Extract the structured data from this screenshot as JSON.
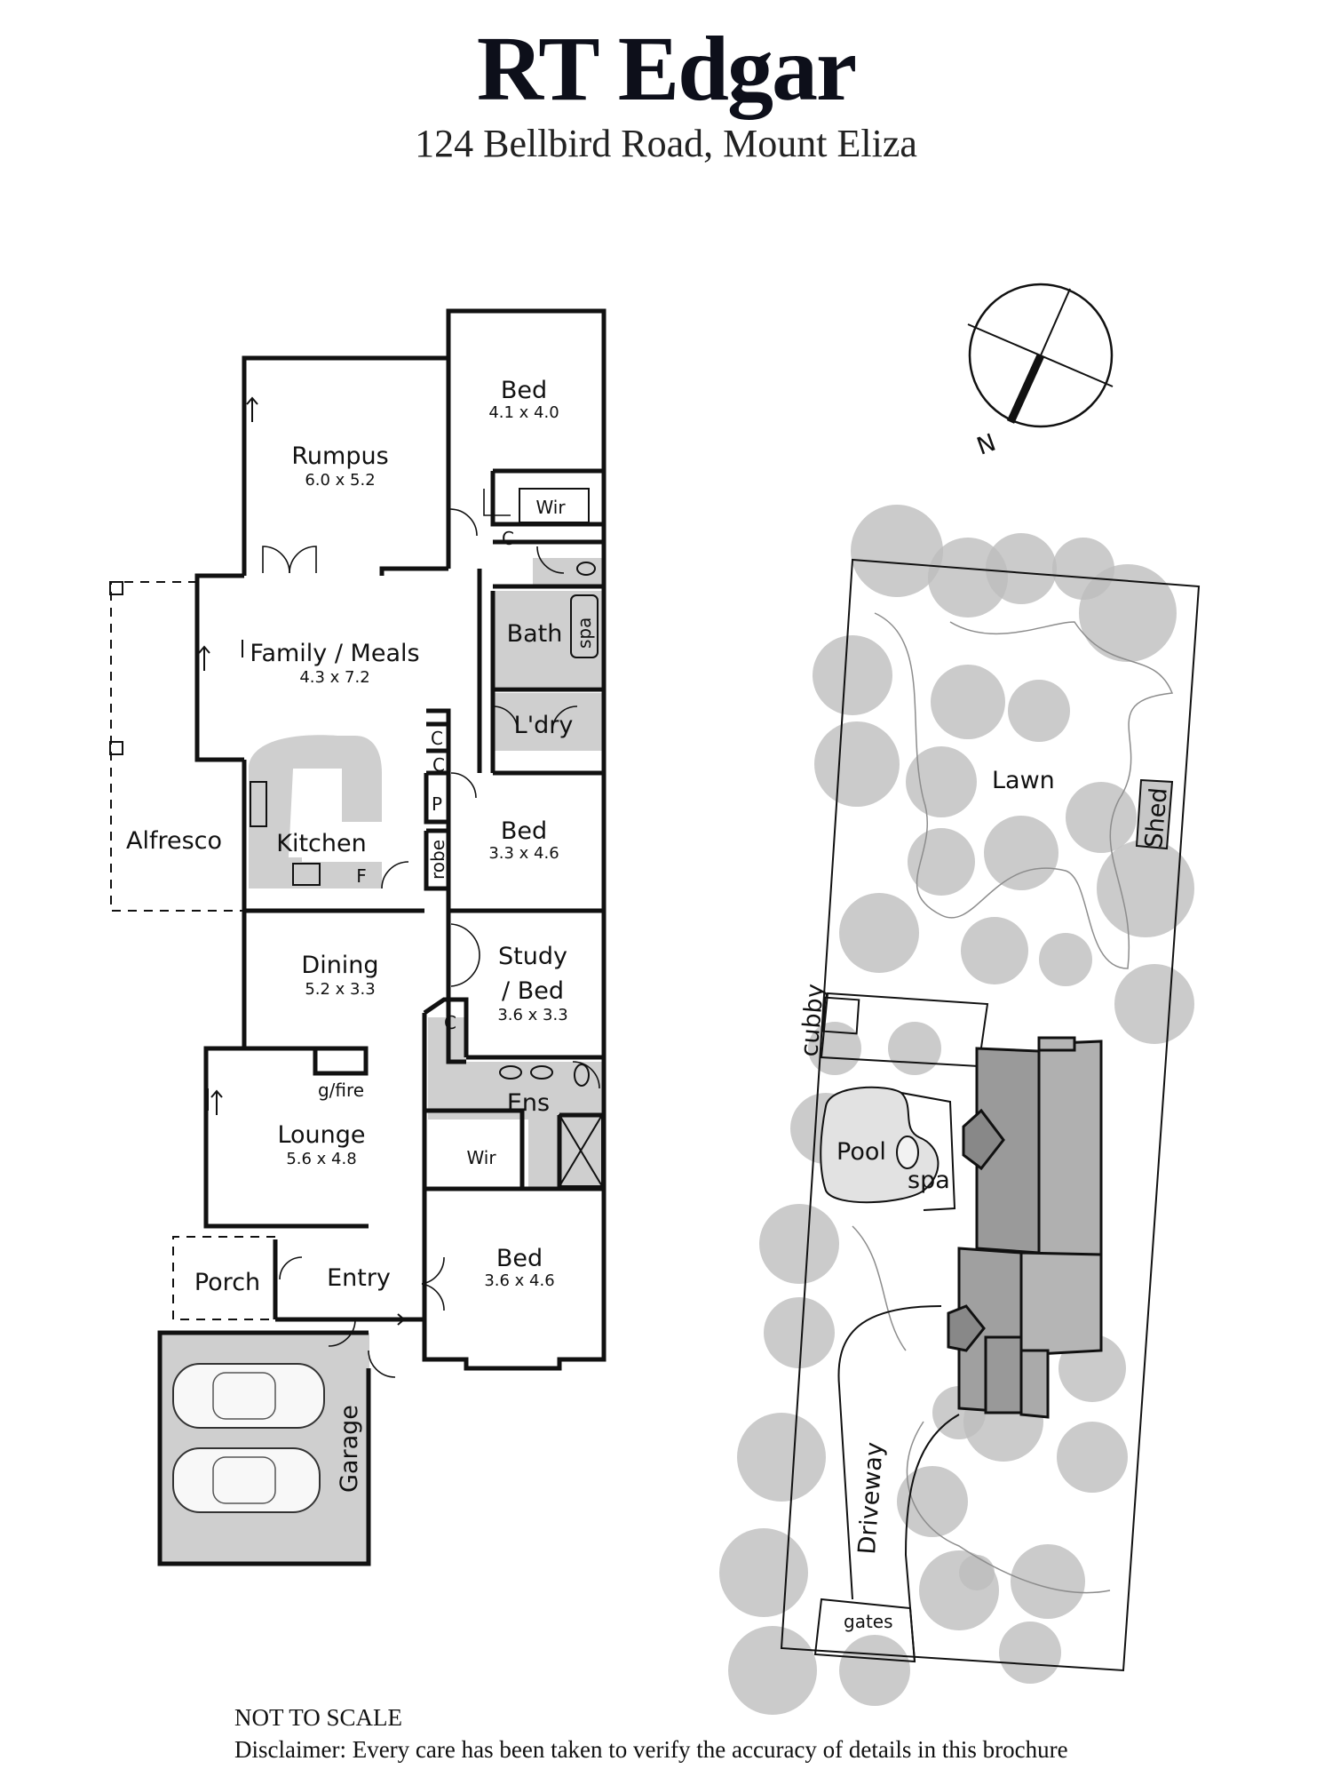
{
  "header": {
    "brand": "RT Edgar",
    "address": "124 Bellbird Road, Mount Eliza"
  },
  "rooms": {
    "bed1": {
      "name": "Bed",
      "dims": "4.1 x 4.0"
    },
    "rumpus": {
      "name": "Rumpus",
      "dims": "6.0 x 5.2"
    },
    "wir1": {
      "name": "Wir"
    },
    "c_bed1": {
      "name": "C"
    },
    "family": {
      "name": "Family / Meals",
      "dims": "4.3 x 7.2"
    },
    "bath": {
      "name": "Bath"
    },
    "spa_bath": {
      "name": "spa"
    },
    "laundry": {
      "name": "L'dry"
    },
    "c1": {
      "name": "C"
    },
    "c2": {
      "name": "C"
    },
    "pantry": {
      "name": "P"
    },
    "robe": {
      "name": "robe"
    },
    "alfresco": {
      "name": "Alfresco"
    },
    "kitchen": {
      "name": "Kitchen"
    },
    "fridge": {
      "name": "F"
    },
    "bed2": {
      "name": "Bed",
      "dims": "3.3 x 4.6"
    },
    "dining": {
      "name": "Dining",
      "dims": "5.2 x 3.3"
    },
    "study": {
      "name_line1": "Study",
      "name_line2": "/ Bed",
      "dims": "3.6 x 3.3"
    },
    "c3": {
      "name": "C"
    },
    "gfire": {
      "name": "g/fire"
    },
    "ens": {
      "name": "Ens"
    },
    "lounge": {
      "name": "Lounge",
      "dims": "5.6 x 4.8"
    },
    "wir2": {
      "name": "Wir"
    },
    "porch": {
      "name": "Porch"
    },
    "entry": {
      "name": "Entry"
    },
    "bed3": {
      "name": "Bed",
      "dims": "3.6 x 4.6"
    },
    "garage": {
      "name": "Garage"
    }
  },
  "site": {
    "compass": "N",
    "lawn": "Lawn",
    "shed": "Shed",
    "cubby": "cubby",
    "pool": "Pool",
    "spa": "spa",
    "driveway": "Driveway",
    "gates": "gates"
  },
  "footer": {
    "scale_note": "NOT TO SCALE",
    "disclaimer": "Disclaimer: Every care has been taken to verify the accuracy of details in this brochure"
  }
}
